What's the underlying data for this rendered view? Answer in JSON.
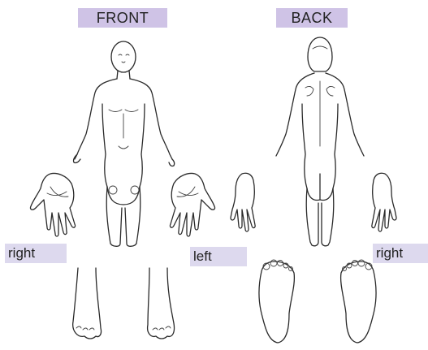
{
  "labels": {
    "front": "FRONT",
    "back": "BACK",
    "right_front": "right",
    "left": "left",
    "right_back": "right"
  },
  "colors": {
    "header_tag": "#cfc3e6",
    "side_tag": "#ddd9ee",
    "outline": "#2a2a2a",
    "background": "#ffffff"
  }
}
